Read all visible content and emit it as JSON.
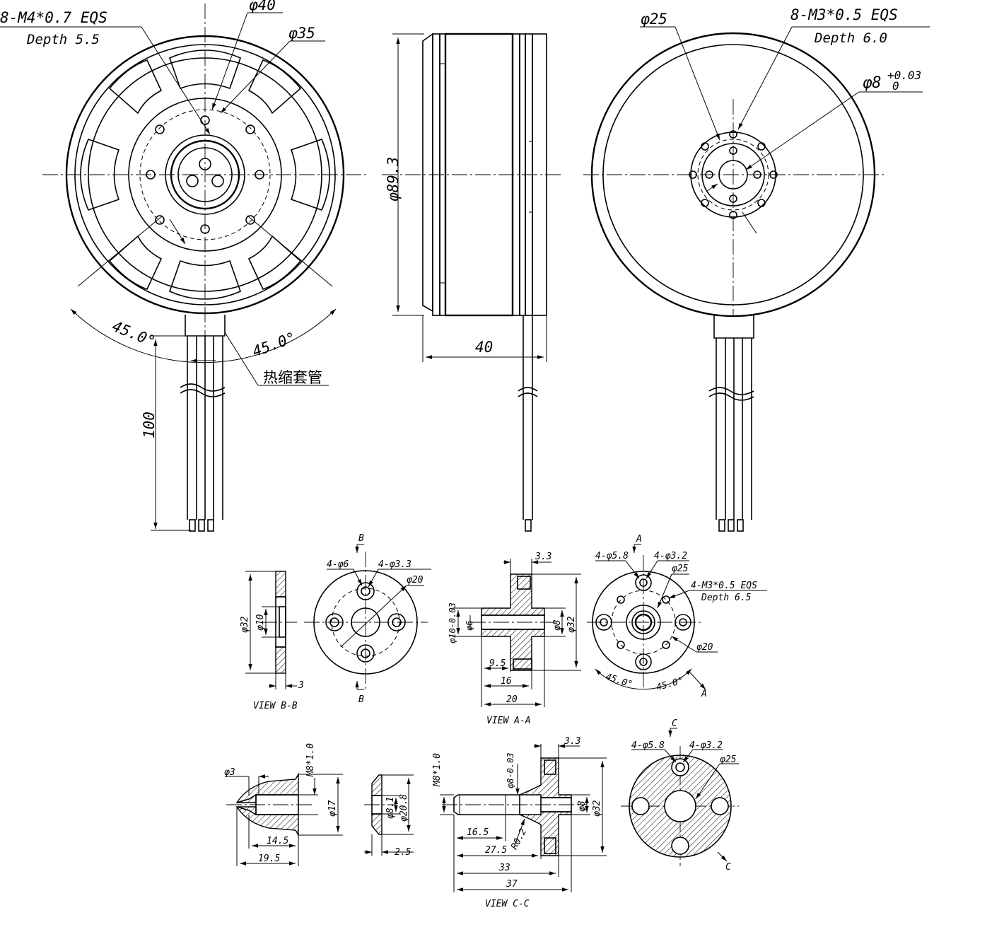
{
  "labels": {
    "front_thread": "8-M4*0.7 EQS",
    "front_depth": "Depth 5.5",
    "front_d40": "φ40",
    "front_d35": "φ35",
    "front_angle_left": "45.0°",
    "front_angle_right": "45.0°",
    "heat_shrink": "热缩套管",
    "lead_length": "100",
    "side_dia": "φ89.3",
    "side_width": "40",
    "rear_d25": "φ25",
    "rear_thread": "8-M3*0.5 EQS",
    "rear_depth": "Depth 6.0",
    "rear_bore": "φ8",
    "rear_tol_up": "+0.03",
    "rear_tol_low": "0",
    "bb_d32": "φ32",
    "bb_d10": "φ10",
    "bb_t3": "3",
    "bb_title": "VIEW B-B",
    "bb_cut": "B",
    "pb_holes6": "4-φ6",
    "pb_holes33": "4-φ3.3",
    "pb_d20": "φ20",
    "aa_w33": "3.3",
    "aa_d10tol": "φ10-0.03",
    "aa_d6": "φ6",
    "aa_d8": "φ8",
    "aa_d32": "φ32",
    "aa_95": "9.5",
    "aa_16": "16",
    "aa_20": "20",
    "aa_title": "VIEW A-A",
    "aa_cut": "A",
    "pa_holes58": "4-φ5.8",
    "pa_holes32": "4-φ3.2",
    "pa_d25": "φ25",
    "pa_thread": "4-M3*0.5 EQS",
    "pa_depth": "Depth 6.5",
    "pa_d20": "φ20",
    "pa_ang1": "45.0°",
    "pa_ang2": "45.0°",
    "nut_d3": "φ3",
    "nut_m8": "M8*1.0",
    "nut_d17": "φ17",
    "nut_145": "14.5",
    "nut_195": "19.5",
    "wash_d81": "φ8.1",
    "wash_d208": "φ20.8",
    "wash_25": "2.5",
    "cc_m8": "M8*1.0",
    "cc_d8tol": "φ8-0.03",
    "cc_w33": "3.3",
    "cc_d8": "φ8",
    "cc_d32": "φ32",
    "cc_165": "16.5",
    "cc_r02": "R0.2",
    "cc_275": "27.5",
    "cc_33": "33",
    "cc_37": "37",
    "cc_title": "VIEW C-C",
    "cc_cut": "C",
    "pc_holes58": "4-φ5.8",
    "pc_holes32": "4-φ3.2",
    "pc_d25": "φ25"
  }
}
